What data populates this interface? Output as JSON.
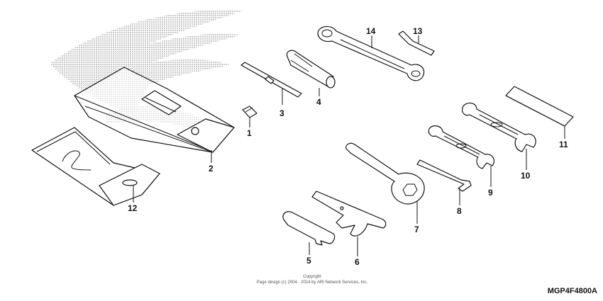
{
  "diagram_code": "MGP4F4800A",
  "copyright": {
    "line1": "Copyright",
    "line2": "Page design (c) 2004 - 2014 by ARI Network Services, Inc."
  },
  "callouts": [
    "1",
    "2",
    "3",
    "4",
    "5",
    "6",
    "7",
    "8",
    "9",
    "10",
    "11",
    "12",
    "13",
    "14"
  ],
  "parts": [
    {
      "ref": "1",
      "icon": "small-clip-icon"
    },
    {
      "ref": "2",
      "icon": "tool-pouch-icon"
    },
    {
      "ref": "3",
      "icon": "screwdriver-shaft-icon"
    },
    {
      "ref": "4",
      "icon": "screwdriver-handle-icon"
    },
    {
      "ref": "5",
      "icon": "flat-plate-tool-icon"
    },
    {
      "ref": "6",
      "icon": "pin-spanner-icon"
    },
    {
      "ref": "7",
      "icon": "hook-wrench-icon"
    },
    {
      "ref": "8",
      "icon": "hex-key-icon"
    },
    {
      "ref": "9",
      "icon": "open-end-wrench-small-icon"
    },
    {
      "ref": "10",
      "icon": "open-end-wrench-large-icon"
    },
    {
      "ref": "11",
      "icon": "grip-pad-icon"
    },
    {
      "ref": "12",
      "icon": "document-bag-icon"
    },
    {
      "ref": "13",
      "icon": "hex-key-small-icon"
    },
    {
      "ref": "14",
      "icon": "box-end-wrench-icon"
    }
  ],
  "background_art": "honda-wing-logo-icon"
}
